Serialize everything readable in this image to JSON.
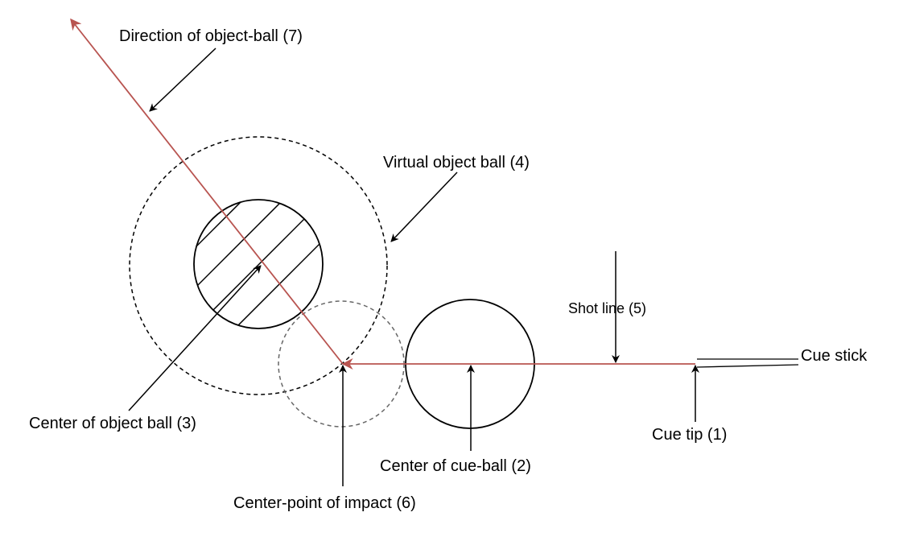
{
  "labels": {
    "direction_object_ball": "Direction of object-ball (7)",
    "virtual_object_ball": "Virtual object ball (4)",
    "shot_line": "Shot line (5)",
    "cue_stick": "Cue stick",
    "center_object_ball": "Center of object ball (3)",
    "center_cue_ball": "Center of cue-ball (2)",
    "cue_tip": "Cue tip (1)",
    "center_point_impact": "Center-point of impact (6)"
  },
  "colors": {
    "shot_path": "#b85450",
    "line": "#000000",
    "ghost_ball": "#666666",
    "background": "#ffffff"
  }
}
